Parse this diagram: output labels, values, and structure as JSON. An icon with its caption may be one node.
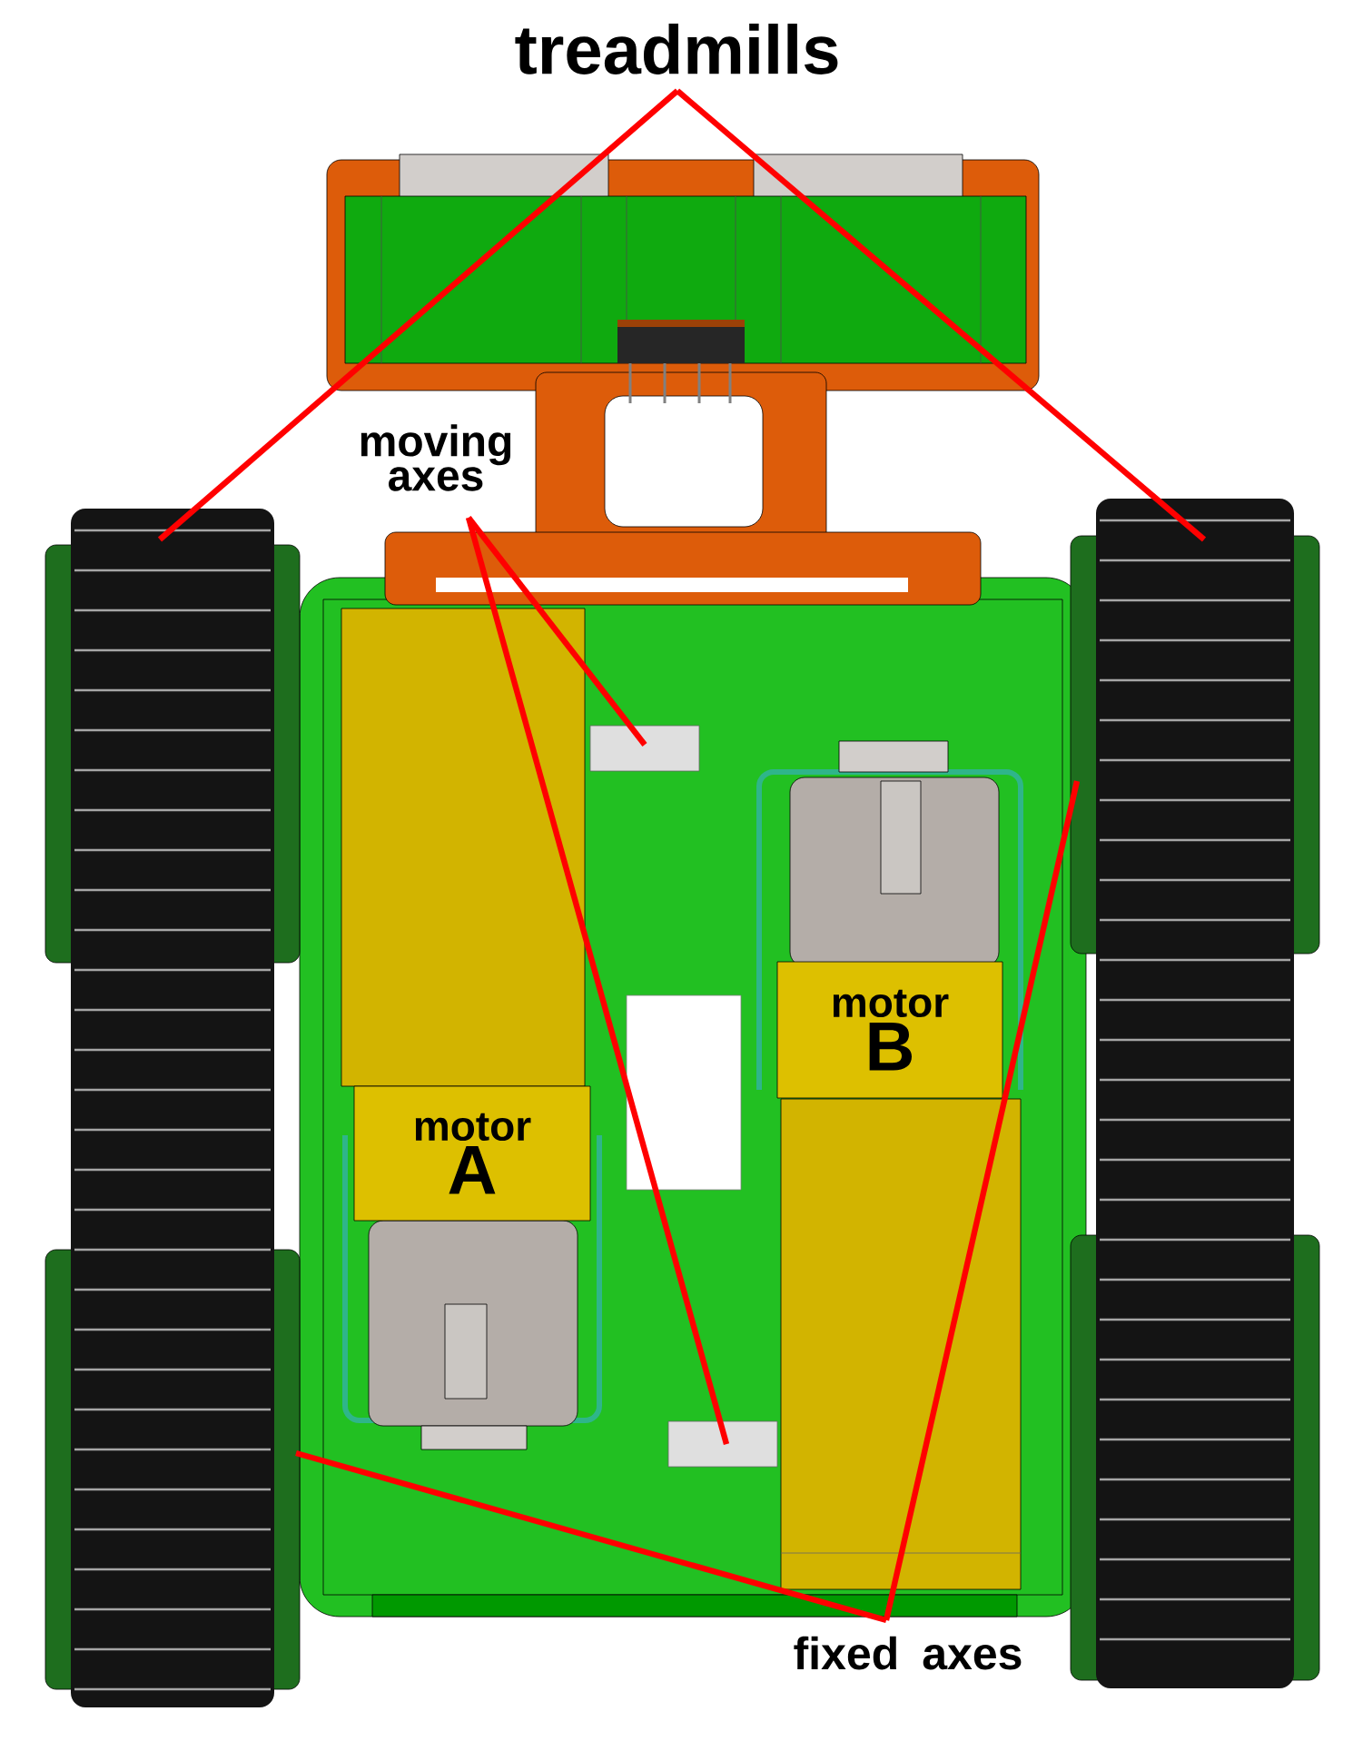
{
  "diagram": {
    "nodes": [
      {
        "text": [
          "treadmills"
        ]
      },
      {
        "text": [
          "moving axes"
        ]
      },
      {
        "text": [
          "fixed axes"
        ]
      },
      {
        "text": [
          "motor",
          "A"
        ]
      },
      {
        "text": [
          "motor",
          "B"
        ]
      },
      {
        "text": [],
        "shape": "picture"
      },
      {
        "text": [],
        "shape": "picture"
      },
      {
        "text": [],
        "shape": "box"
      },
      {
        "text": [],
        "shape": "box"
      }
    ],
    "edges": [
      {
        "from": 0,
        "to": 5,
        "arrow": "none"
      },
      {
        "from": 0,
        "to": 6,
        "arrow": "none"
      },
      {
        "from": 1,
        "to": 7,
        "arrow": "none"
      },
      {
        "from": 1,
        "to": 8,
        "arrow": "none"
      },
      {
        "from": 2,
        "to": 5,
        "arrow": "none"
      },
      {
        "from": 2,
        "to": 6,
        "arrow": "none"
      }
    ]
  }
}
